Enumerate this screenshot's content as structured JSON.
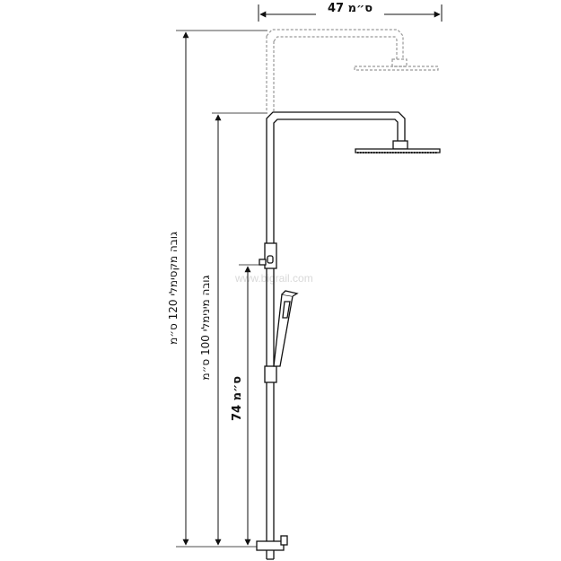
{
  "dimensions": {
    "width_label": "47 ס״מ",
    "max_height_label": "גובה מקסימלי 120 ס״מ",
    "min_height_label": "גובה מינימלי 100 ס״מ",
    "mixer_height_label": "74 ס״מ"
  },
  "watermark": {
    "text": "www.bigrail.com"
  },
  "colors": {
    "line": "#111111",
    "dashed": "#999999",
    "watermark": "#d9d9d9"
  }
}
